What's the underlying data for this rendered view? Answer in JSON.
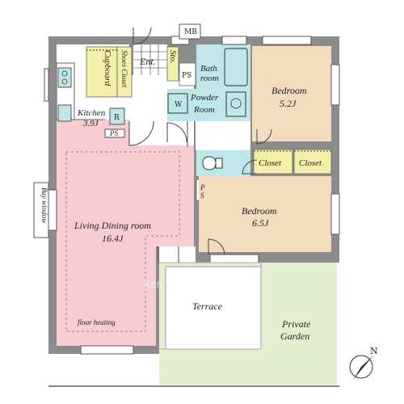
{
  "colors": {
    "wall": "#8c8c8c",
    "living": "#f7cdd2",
    "bedroom": "#f3dcbd",
    "wet": "#bfe6e8",
    "closet": "#f4efaa",
    "garden": "#e3efcf",
    "white": "#ffffff",
    "line": "#555555"
  },
  "labels": {
    "mb": "MB",
    "ent": "Ent.",
    "shoes_closet": "Shoes Closet",
    "cupboard": "Cupboard",
    "sto": "Sto.",
    "ps": "PS",
    "bath": "Bath",
    "room": "room",
    "powder": "Powder",
    "powder_room": "Room",
    "w": "W",
    "kitchen": "Kitchen",
    "kitchen_size": "3.9J",
    "r": "R",
    "ps_small": "PS",
    "bedroom1": "Bedroom",
    "bedroom1_size": "5.2J",
    "closet_a": "Closet",
    "closet_b": "Closet",
    "ps_vertical_p": "P",
    "ps_vertical_s": "S",
    "bedroom2": "Bedroom",
    "bedroom2_size": "6.5J",
    "bay_window": "Bay window",
    "living": "Living Dining room",
    "living_size": "16.4J",
    "floor_heating": "floor heating",
    "terrace": "Terrace",
    "private": "Private",
    "garden": "Garden",
    "north": "N",
    "watermark": "Ken Corporation Ltd."
  }
}
